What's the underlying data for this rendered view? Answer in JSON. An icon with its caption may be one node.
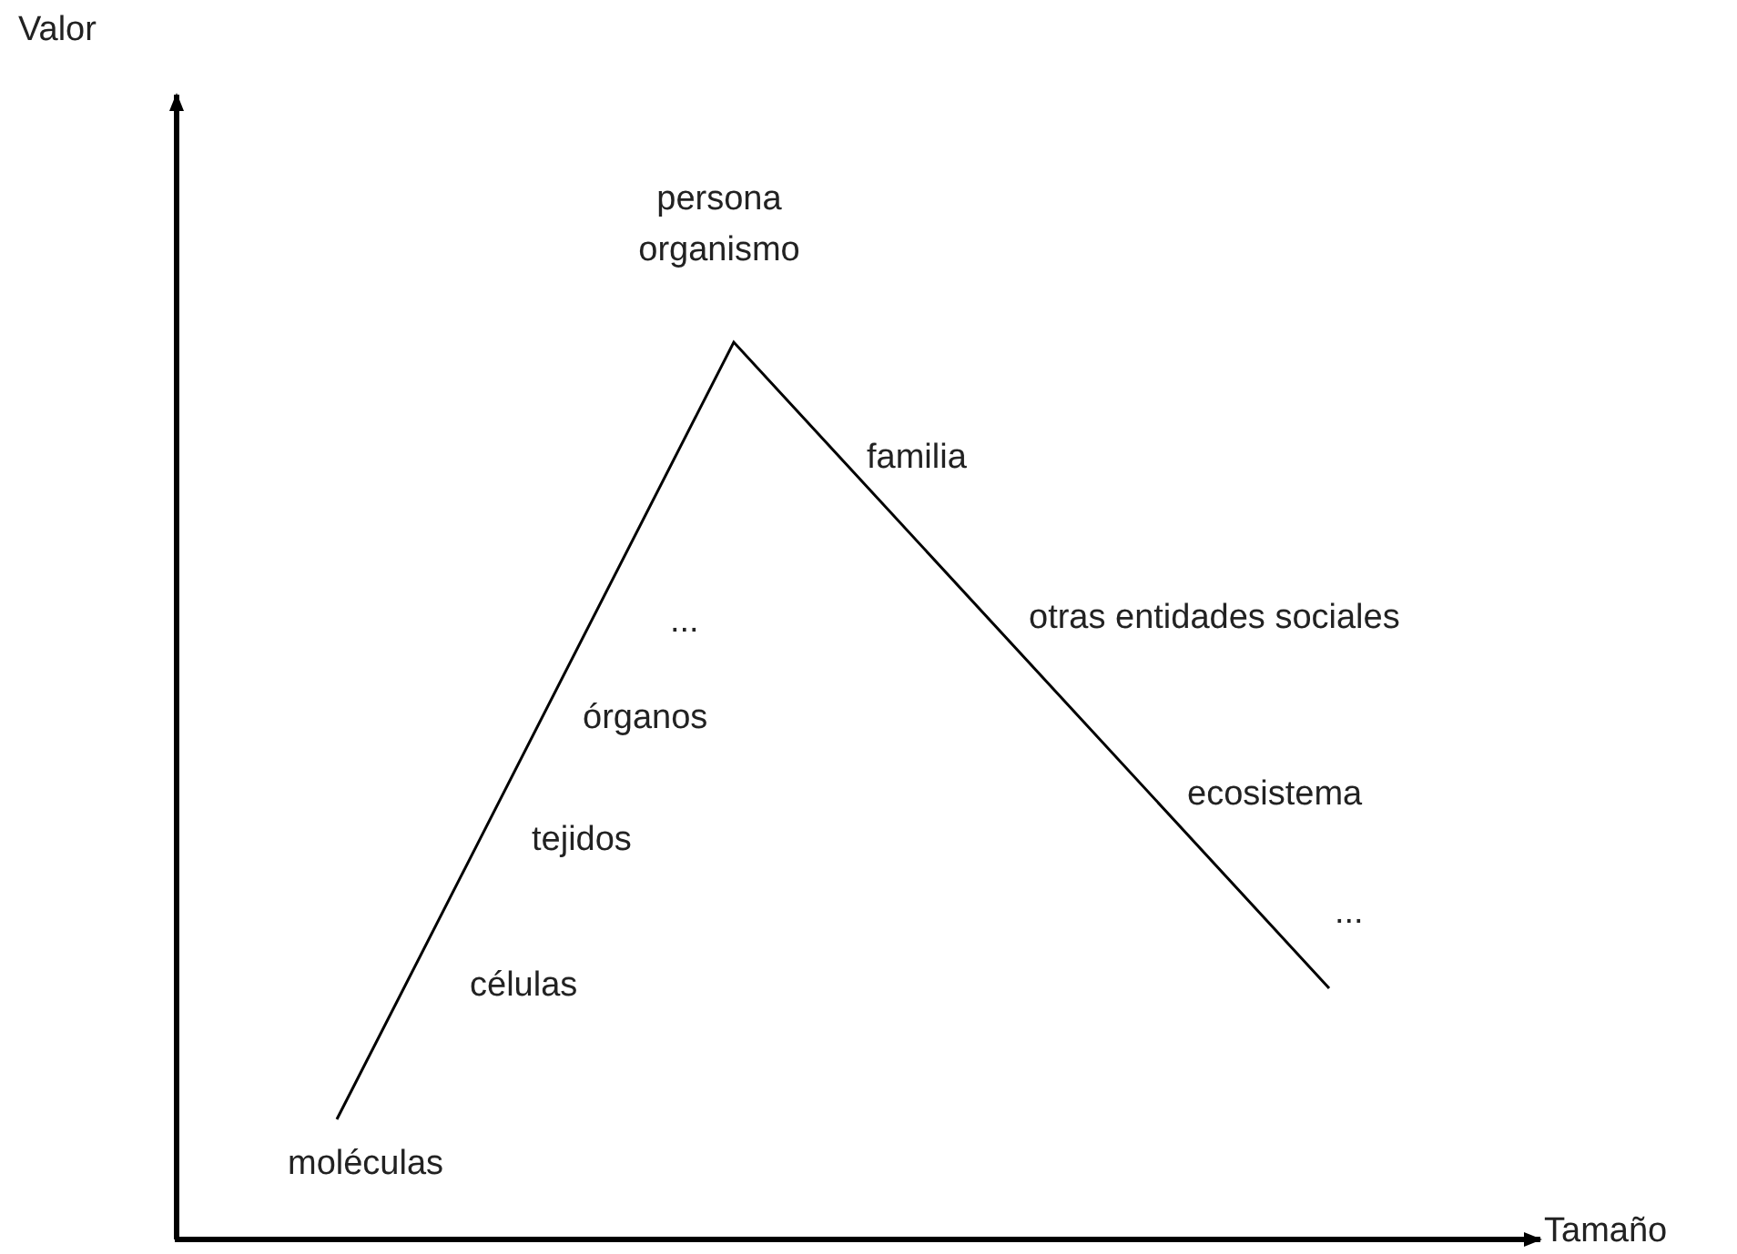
{
  "diagram": {
    "labels": [
      "Valor",
      "persona organismo",
      "familia",
      "...",
      "otras entidades sociales",
      "órganos",
      "ecosistema",
      "tejidos",
      "...",
      "células",
      "moléculas",
      "Tamaño"
    ]
  }
}
